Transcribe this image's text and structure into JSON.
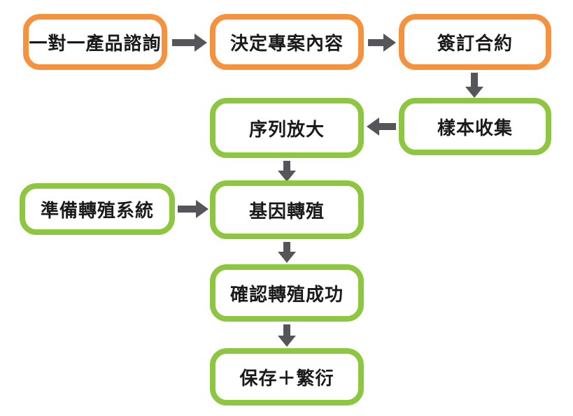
{
  "diagram": {
    "title": "gene-transformation-service-flowchart",
    "colors": {
      "orange_node_border": "#F6913D",
      "green_node_border": "#8DC63F",
      "arrow": "#55565A",
      "node_fill": "#FFFFFF",
      "text": "#1A1A1A"
    },
    "nodes": [
      {
        "id": "consultation",
        "label": "一對一產品諮詢",
        "color": "orange"
      },
      {
        "id": "define-project",
        "label": "決定專案內容",
        "color": "orange"
      },
      {
        "id": "sign-contract",
        "label": "簽訂合約",
        "color": "orange"
      },
      {
        "id": "sample-collection",
        "label": "樣本收集",
        "color": "green"
      },
      {
        "id": "sequence-amplify",
        "label": "序列放大",
        "color": "green"
      },
      {
        "id": "prepare-system",
        "label": "準備轉殖系統",
        "color": "green"
      },
      {
        "id": "gene-transform",
        "label": "基因轉殖",
        "color": "green"
      },
      {
        "id": "confirm-success",
        "label": "確認轉殖成功",
        "color": "green"
      },
      {
        "id": "preserve-breed",
        "label": "保存＋繁衍",
        "color": "green"
      }
    ],
    "edges": [
      {
        "from": "consultation",
        "to": "define-project",
        "direction": "right"
      },
      {
        "from": "define-project",
        "to": "sign-contract",
        "direction": "right"
      },
      {
        "from": "sign-contract",
        "to": "sample-collection",
        "direction": "down"
      },
      {
        "from": "sample-collection",
        "to": "sequence-amplify",
        "direction": "left"
      },
      {
        "from": "sequence-amplify",
        "to": "gene-transform",
        "direction": "down"
      },
      {
        "from": "prepare-system",
        "to": "gene-transform",
        "direction": "right"
      },
      {
        "from": "gene-transform",
        "to": "confirm-success",
        "direction": "down"
      },
      {
        "from": "confirm-success",
        "to": "preserve-breed",
        "direction": "down"
      }
    ]
  }
}
